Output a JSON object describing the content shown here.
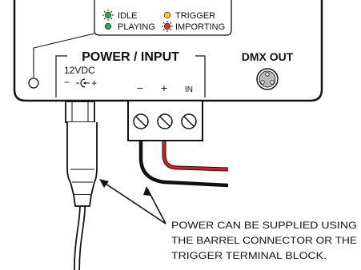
{
  "legend": {
    "idle": "IDLE",
    "trigger": "TRIGGER",
    "playing": "PLAYING",
    "importing": "IMPORTING"
  },
  "power_input": {
    "title": "POWER / INPUT",
    "barrel_label": "12VDC",
    "barrel_minus": "−",
    "barrel_plus": "+"
  },
  "terminal": {
    "minus": "−",
    "plus": "+",
    "in": "IN"
  },
  "dmx": {
    "title": "DMX OUT"
  },
  "note": {
    "line1": "POWER CAN BE SUPPLIED USING",
    "line2": "THE BARREL CONNECTOR OR THE",
    "line3": "TRIGGER TERMINAL BLOCK."
  },
  "colors": {
    "idle_led": "#2fa84f",
    "playing_led": "#2fa84f",
    "trigger_led": "#f2d024",
    "importing_led": "#e0342a",
    "red_wire": "#d81f26",
    "black_wire": "#111111"
  }
}
